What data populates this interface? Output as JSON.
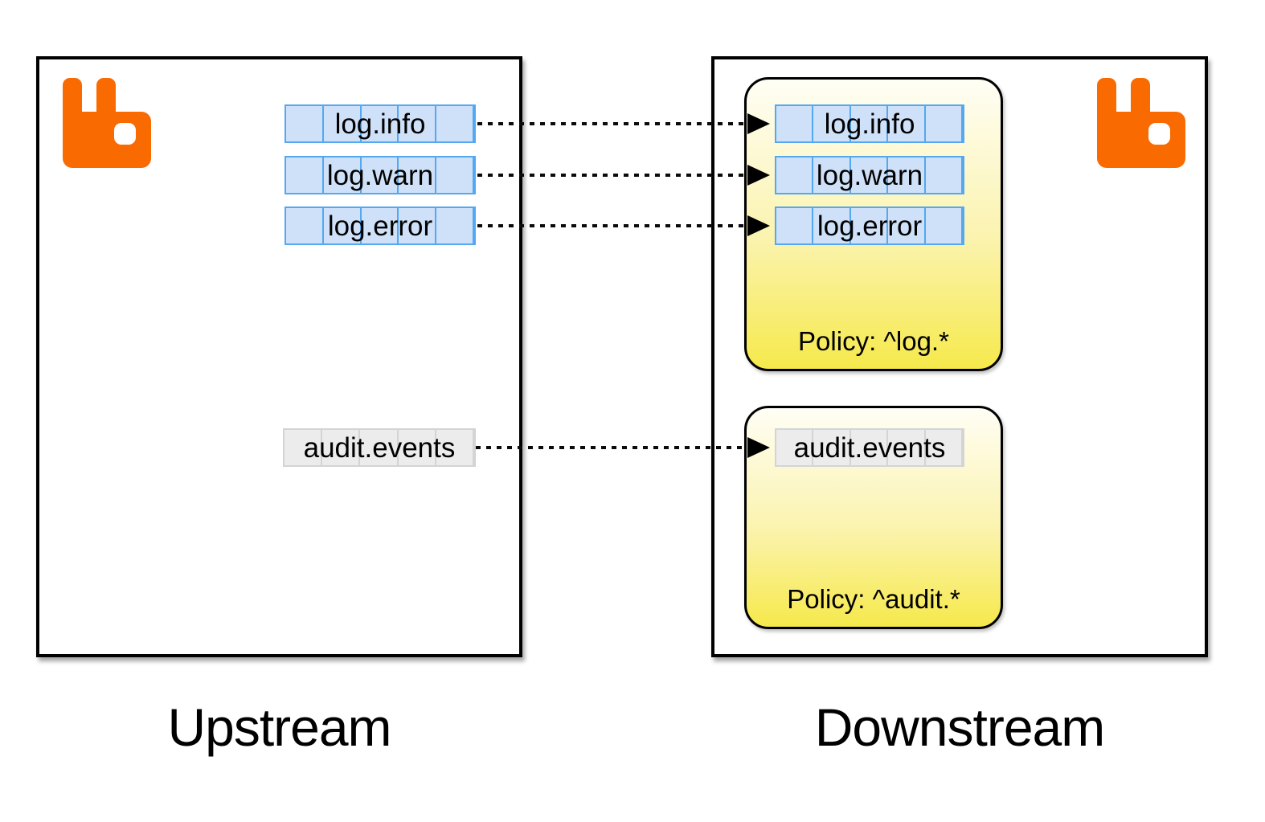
{
  "colors": {
    "rabbit_orange": "#f96a00",
    "queue_blue_fill": "#cfe1f8",
    "queue_blue_border": "#54a8f0",
    "queue_gray_fill": "#ececec",
    "queue_gray_border": "#d4d4d4",
    "policy_yellow_bottom": "#f6e94c",
    "policy_yellow_top": "#fffef5",
    "line_color": "#0b0b0b"
  },
  "upstream": {
    "title": "Upstream",
    "logo_icon": "rabbitmq-logo",
    "queues": [
      {
        "name": "log.info"
      },
      {
        "name": "log.warn"
      },
      {
        "name": "log.error"
      },
      {
        "name": "audit.events"
      }
    ]
  },
  "downstream": {
    "title": "Downstream",
    "logo_icon": "rabbitmq-logo",
    "policies": [
      {
        "label": "Policy: ^log.*",
        "queues": [
          {
            "name": "log.info"
          },
          {
            "name": "log.warn"
          },
          {
            "name": "log.error"
          }
        ]
      },
      {
        "label": "Policy: ^audit.*",
        "queues": [
          {
            "name": "audit.events"
          }
        ]
      }
    ]
  }
}
